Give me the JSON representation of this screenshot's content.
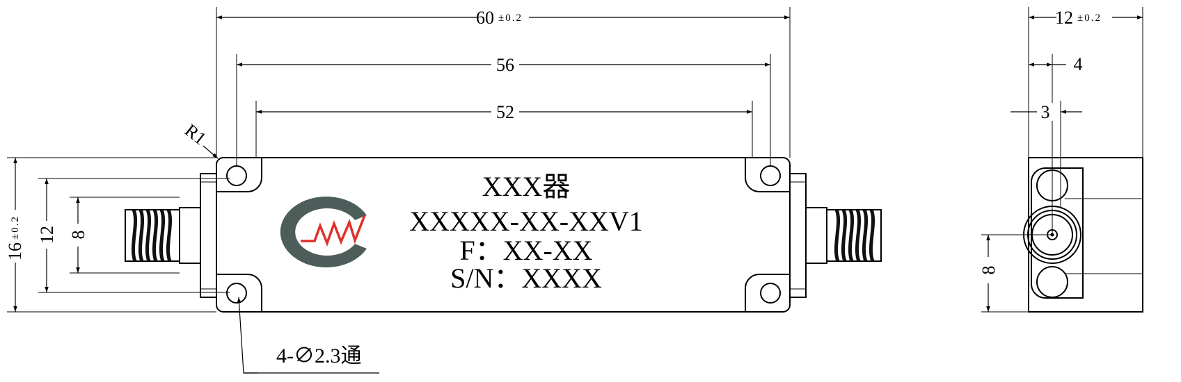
{
  "dimensions": {
    "overall_length": "60",
    "overall_length_tol": "±0.2",
    "hole_pitch_outer": "56",
    "hole_pitch_inner": "52",
    "corner_radius": "R1",
    "overall_height": "16",
    "overall_height_tol": "±0.2",
    "height_12": "12",
    "height_8": "8",
    "side_width": "12",
    "side_width_tol": "±0.2",
    "side_4": "4",
    "side_3": "3",
    "side_height_8": "8",
    "hole_note": "4-∅2.3通"
  },
  "label": {
    "line1": "XXX器",
    "line2": "XXXXX-XX-XXV1",
    "line3": "F：XX-XX",
    "line4": "S/N：XXXX"
  },
  "colors": {
    "logo_gray": "#4d5e5a",
    "logo_red": "#e0302a"
  },
  "icons": {
    "logo": "company-logo-icon"
  }
}
